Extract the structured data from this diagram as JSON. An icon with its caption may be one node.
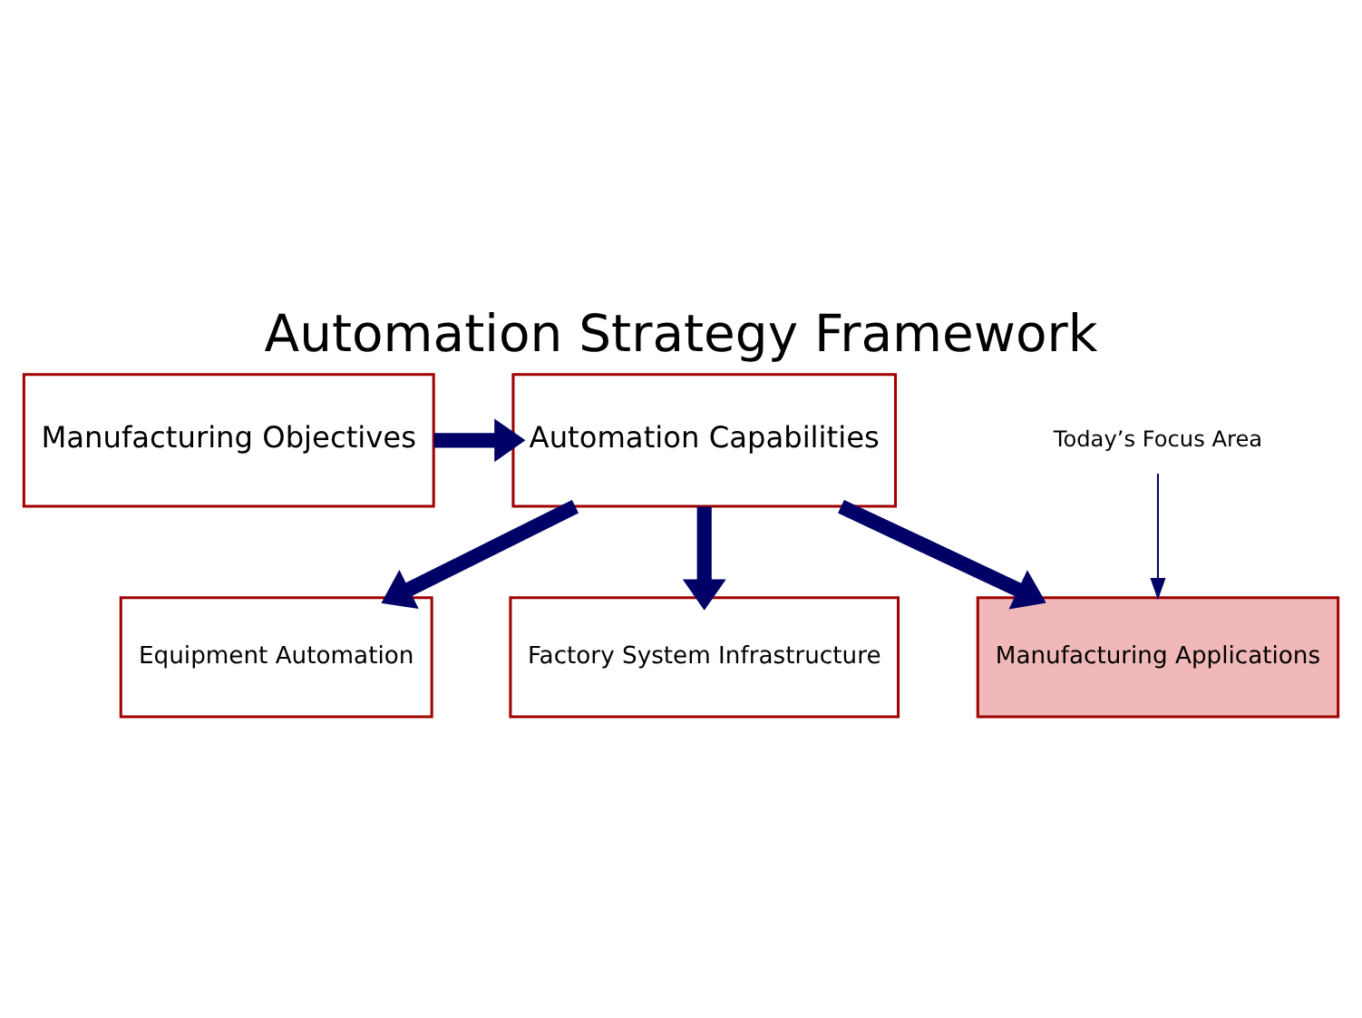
{
  "diagram": {
    "title": "Automation Strategy Framework",
    "nodes": [
      {
        "text": [
          "Manufacturing Objectives"
        ]
      },
      {
        "text": [
          "Automation Capabilities"
        ]
      },
      {
        "text": [
          "Equipment Automation"
        ]
      },
      {
        "text": [
          "Factory System Infrastructure"
        ]
      },
      {
        "text": [
          "Manufacturing Applications"
        ]
      },
      {
        "text": [
          "Today’s Focus Area"
        ]
      }
    ],
    "edges": [
      {
        "from": 0,
        "to": 1,
        "arrow": "to"
      },
      {
        "from": 1,
        "to": 2,
        "arrow": "to"
      },
      {
        "from": 1,
        "to": 3,
        "arrow": "to"
      },
      {
        "from": 1,
        "to": 4,
        "arrow": "to"
      },
      {
        "from": 5,
        "to": 4,
        "arrow": "to"
      }
    ]
  }
}
